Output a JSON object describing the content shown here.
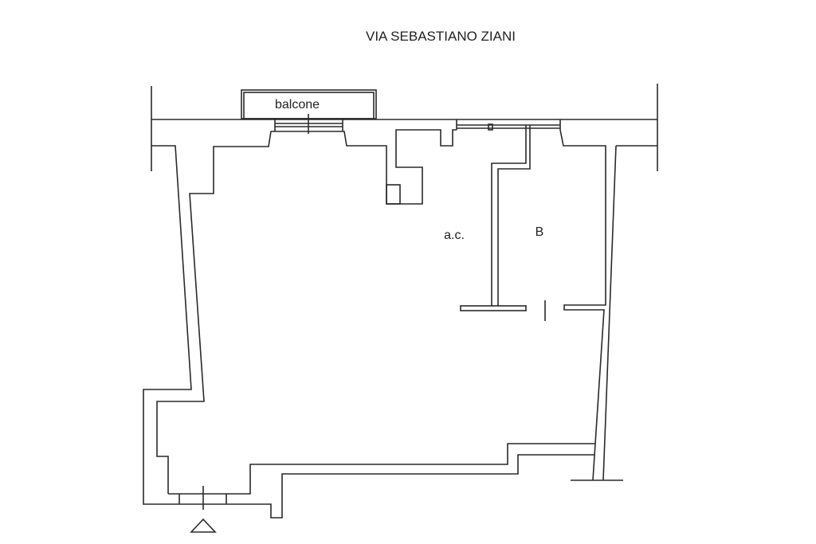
{
  "plan": {
    "street_label": "VIA SEBASTIANO ZIANI",
    "rooms": [
      {
        "id": "balcony",
        "label": "balcone"
      },
      {
        "id": "ac",
        "label": "a.c."
      },
      {
        "id": "bath",
        "label": "B"
      }
    ],
    "entrance_marker": "triangle"
  }
}
